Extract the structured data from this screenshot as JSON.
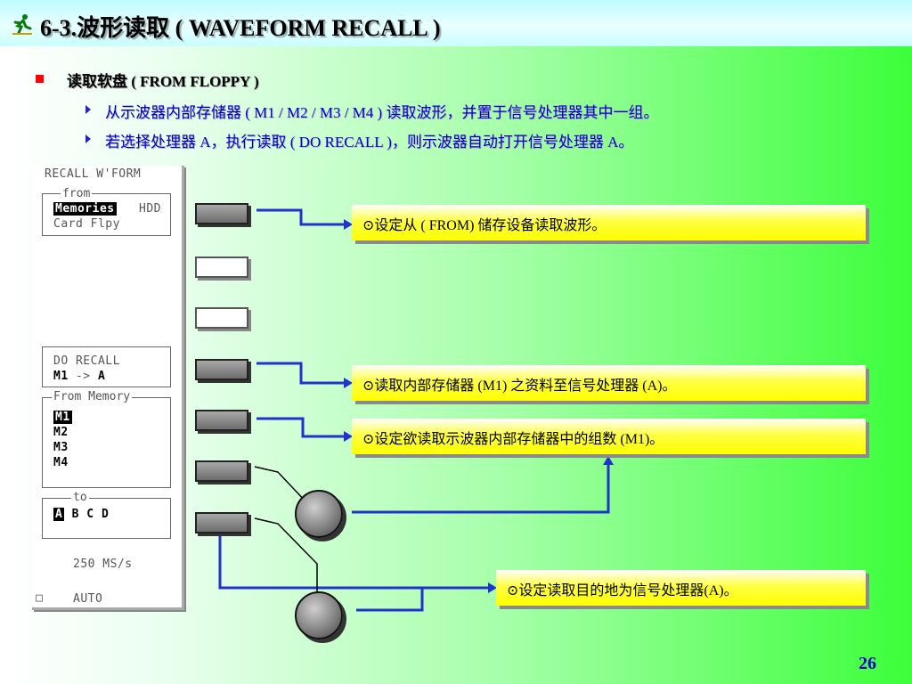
{
  "header": {
    "title": "6-3.波形读取 ( WAVEFORM RECALL )",
    "icon": "running-person-icon"
  },
  "content": {
    "bullet": "读取软盘 ( FROM FLOPPY )",
    "sub_items": [
      "从示波器内部存储器 ( M1 / M2 / M3 / M4 ) 读取波形，并置于信号处理器其中一组。",
      "若选择处理器 A，执行读取 ( DO RECALL )，则示波器自动打开信号处理器 A。"
    ]
  },
  "scope": {
    "menu_title": "RECALL W'FORM",
    "from_legend": "from",
    "from_selected": "Memories",
    "from_option_hdd": "HDD",
    "from_option_card": "Card Flpy",
    "do_recall_label": "DO RECALL",
    "do_recall_src": "M1",
    "do_recall_arrow": "->",
    "do_recall_dst": "A",
    "from_memory_legend": "From Memory",
    "memories": [
      "M1",
      "M2",
      "M3",
      "M4"
    ],
    "to_legend": "to",
    "to_selected": "A",
    "to_options": "B C D",
    "sample_rate": "250 MS/s",
    "auto_label": "AUTO"
  },
  "callouts": {
    "from": "⊙设定从 ( FROM) 储存设备读取波形。",
    "do_recall": "⊙读取内部存储器 (M1) 之资料至信号处理器 (A)。",
    "from_memory": "⊙设定欲读取示波器内部存储器中的组数 (M1)。",
    "to": "⊙设定读取目的地为信号处理器(A)。"
  },
  "page_number": "26",
  "colors": {
    "connector": "#2233cc",
    "callout_yellow": "#ffff00",
    "title_bar": "#c9fdff",
    "bullet_red": "#ff0000",
    "sub_text_blue": "#0000cc"
  }
}
